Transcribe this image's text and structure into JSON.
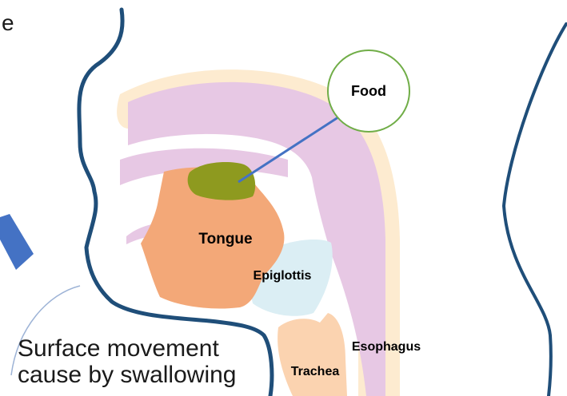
{
  "labels": {
    "food": "Food",
    "tongue": "Tongue",
    "epiglottis": "Epiglottis",
    "esophagus": "Esophagus",
    "trachea": "Trachea",
    "corner_fragment": "e"
  },
  "caption": {
    "line1": "Surface movement",
    "line2": "cause by swallowing"
  },
  "colors": {
    "outline": "#1f4e79",
    "pharynx_pink": "#e7c8e4",
    "tongue": "#f3a878",
    "food": "#8e9a1f",
    "epiglottis": "#dbeef4",
    "trachea": "#fbd3b0",
    "palate_cream": "#fdebd0",
    "food_circle": "#70ad47",
    "arrow": "#4472c4"
  }
}
